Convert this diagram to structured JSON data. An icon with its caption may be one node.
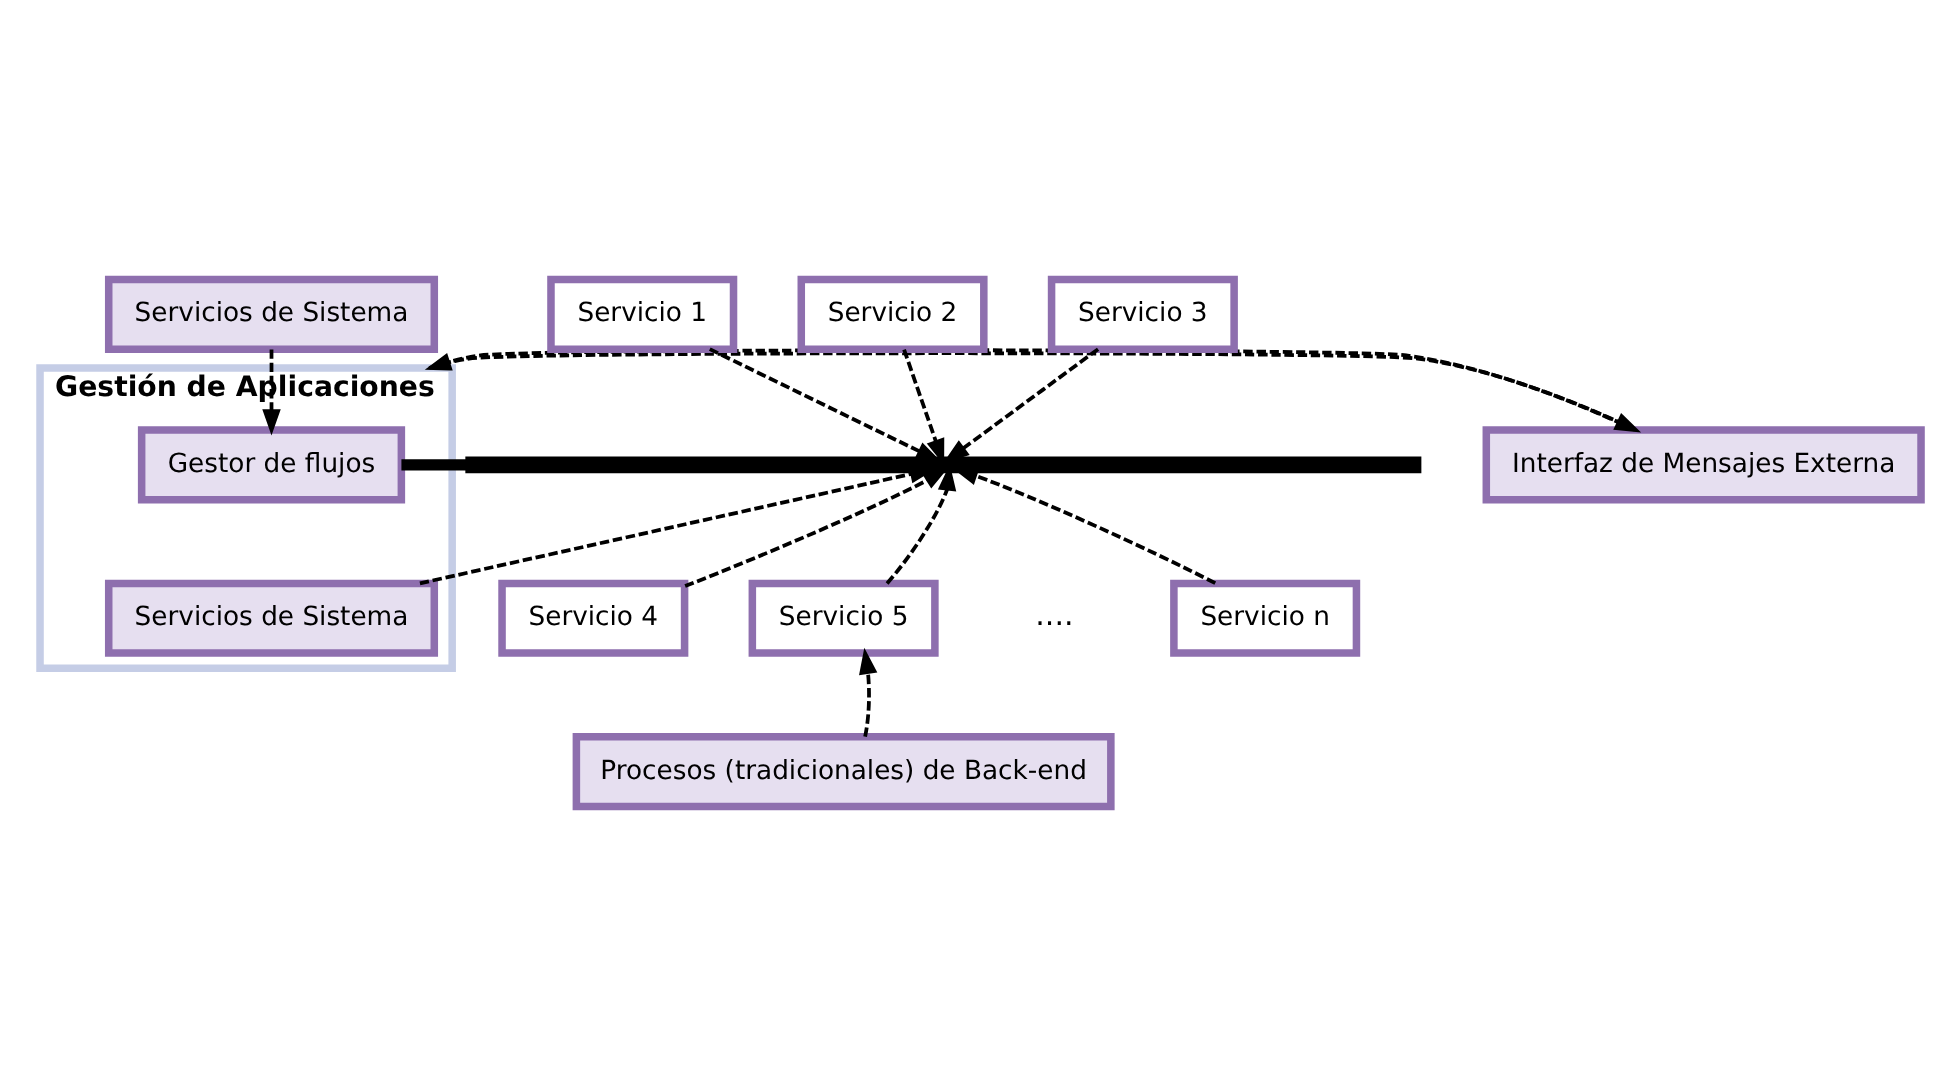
{
  "diagram": {
    "nodes": [
      {
        "text": [
          "Servicios de Sistema"
        ]
      },
      {
        "text": [
          "Interfaz de Mensajes Externa"
        ]
      },
      {
        "text": [
          "Gestión de Aplicaciones"
        ]
      },
      {
        "text": [
          "Gestor de flujos"
        ],
        "in": 2
      },
      {
        "text": [
          "Servicios de Sistema"
        ],
        "in": 2
      },
      {
        "text": [
          "Servicio 1"
        ]
      },
      {
        "text": [
          "Servicio 2"
        ]
      },
      {
        "text": [
          "Servicio 3"
        ]
      },
      {
        "text": [],
        "shape": "bar"
      },
      {
        "text": [
          "Servicio 4"
        ]
      },
      {
        "text": [
          "Servicio 5"
        ]
      },
      {
        "text": [
          "Servicio n"
        ]
      },
      {
        "text": [
          "Procesos (tradicionales) de Back-end"
        ]
      }
    ],
    "edges": [
      {
        "from": 0,
        "to": 3,
        "arrow": "to",
        "style": "dashed"
      },
      {
        "from": 1,
        "to": 2,
        "arrow": "to",
        "style": "dashed"
      },
      {
        "from": 2,
        "to": 1,
        "arrow": "to",
        "style": "dashed"
      },
      {
        "from": 3,
        "to": 8,
        "arrow": "none",
        "style": "thick"
      },
      {
        "from": 4,
        "to": 8,
        "arrow": "to",
        "style": "dashed"
      },
      {
        "from": 5,
        "to": 8,
        "arrow": "to",
        "style": "dashed"
      },
      {
        "from": 6,
        "to": 8,
        "arrow": "to",
        "style": "dashed"
      },
      {
        "from": 7,
        "to": 8,
        "arrow": "to",
        "style": "dashed"
      },
      {
        "from": 9,
        "to": 8,
        "arrow": "to",
        "style": "dashed"
      },
      {
        "from": 10,
        "to": 8,
        "arrow": "to",
        "style": "dashed"
      },
      {
        "from": 11,
        "to": 8,
        "arrow": "to",
        "style": "dashed"
      },
      {
        "from": 12,
        "to": 10,
        "arrow": "to",
        "style": "dashed"
      }
    ],
    "labels": [
      "...."
    ]
  }
}
